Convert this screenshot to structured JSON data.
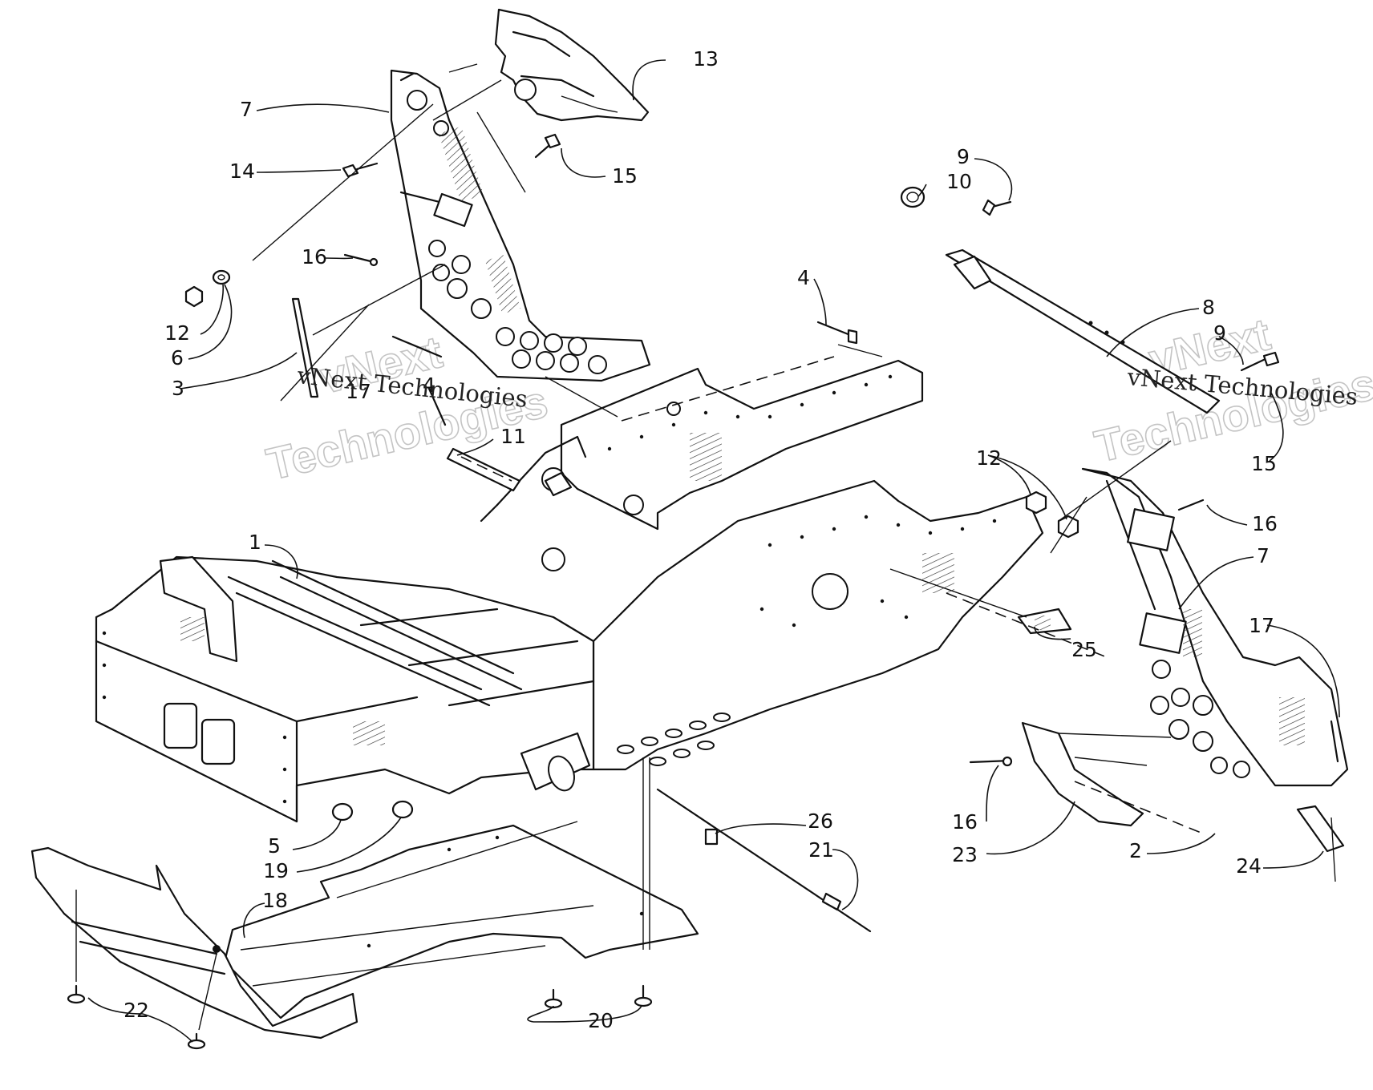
{
  "diagram": {
    "type": "exploded-parts-diagram",
    "watermark": {
      "company": "vNext Technologies",
      "line1": "vNext",
      "line2": "Technologies"
    },
    "callouts": [
      {
        "id": "c1",
        "label": "1"
      },
      {
        "id": "c2",
        "label": "2"
      },
      {
        "id": "c3",
        "label": "3"
      },
      {
        "id": "c4a",
        "label": "4"
      },
      {
        "id": "c4b",
        "label": "4"
      },
      {
        "id": "c5",
        "label": "5"
      },
      {
        "id": "c6",
        "label": "6"
      },
      {
        "id": "c7a",
        "label": "7"
      },
      {
        "id": "c7b",
        "label": "7"
      },
      {
        "id": "c8",
        "label": "8"
      },
      {
        "id": "c9a",
        "label": "9"
      },
      {
        "id": "c9b",
        "label": "9"
      },
      {
        "id": "c10",
        "label": "10"
      },
      {
        "id": "c11",
        "label": "11"
      },
      {
        "id": "c12a",
        "label": "12"
      },
      {
        "id": "c12b",
        "label": "12"
      },
      {
        "id": "c13",
        "label": "13"
      },
      {
        "id": "c14",
        "label": "14"
      },
      {
        "id": "c15a",
        "label": "15"
      },
      {
        "id": "c15b",
        "label": "15"
      },
      {
        "id": "c16a",
        "label": "16"
      },
      {
        "id": "c16b",
        "label": "16"
      },
      {
        "id": "c16c",
        "label": "16"
      },
      {
        "id": "c17a",
        "label": "17"
      },
      {
        "id": "c17b",
        "label": "17"
      },
      {
        "id": "c18",
        "label": "18"
      },
      {
        "id": "c19",
        "label": "19"
      },
      {
        "id": "c20",
        "label": "20"
      },
      {
        "id": "c21",
        "label": "21"
      },
      {
        "id": "c22",
        "label": "22"
      },
      {
        "id": "c23",
        "label": "23"
      },
      {
        "id": "c24",
        "label": "24"
      },
      {
        "id": "c25",
        "label": "25"
      },
      {
        "id": "c26",
        "label": "26"
      }
    ]
  }
}
